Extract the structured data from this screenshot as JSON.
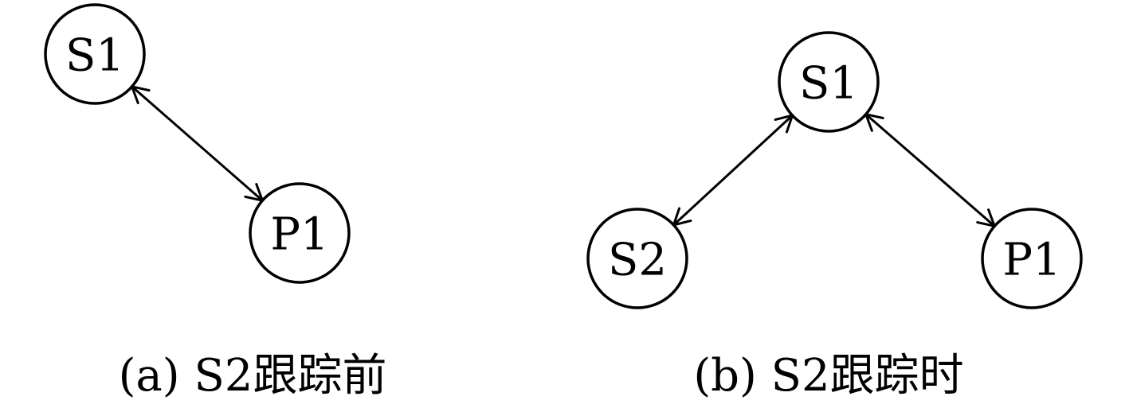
{
  "diagrams": [
    {
      "caption": "(a) S2跟踪前",
      "nodes": [
        {
          "id": "S1",
          "label": "S1"
        },
        {
          "id": "P1",
          "label": "P1"
        }
      ],
      "edges": [
        {
          "from": "S1",
          "to": "P1",
          "direction": "both"
        }
      ]
    },
    {
      "caption": "(b) S2跟踪时",
      "nodes": [
        {
          "id": "S1",
          "label": "S1"
        },
        {
          "id": "S2",
          "label": "S2"
        },
        {
          "id": "P1",
          "label": "P1"
        }
      ],
      "edges": [
        {
          "from": "S1",
          "to": "S2",
          "direction": "both"
        },
        {
          "from": "S1",
          "to": "P1",
          "direction": "both"
        }
      ]
    }
  ],
  "colors": {
    "stroke": "#000000",
    "background": "#ffffff"
  }
}
